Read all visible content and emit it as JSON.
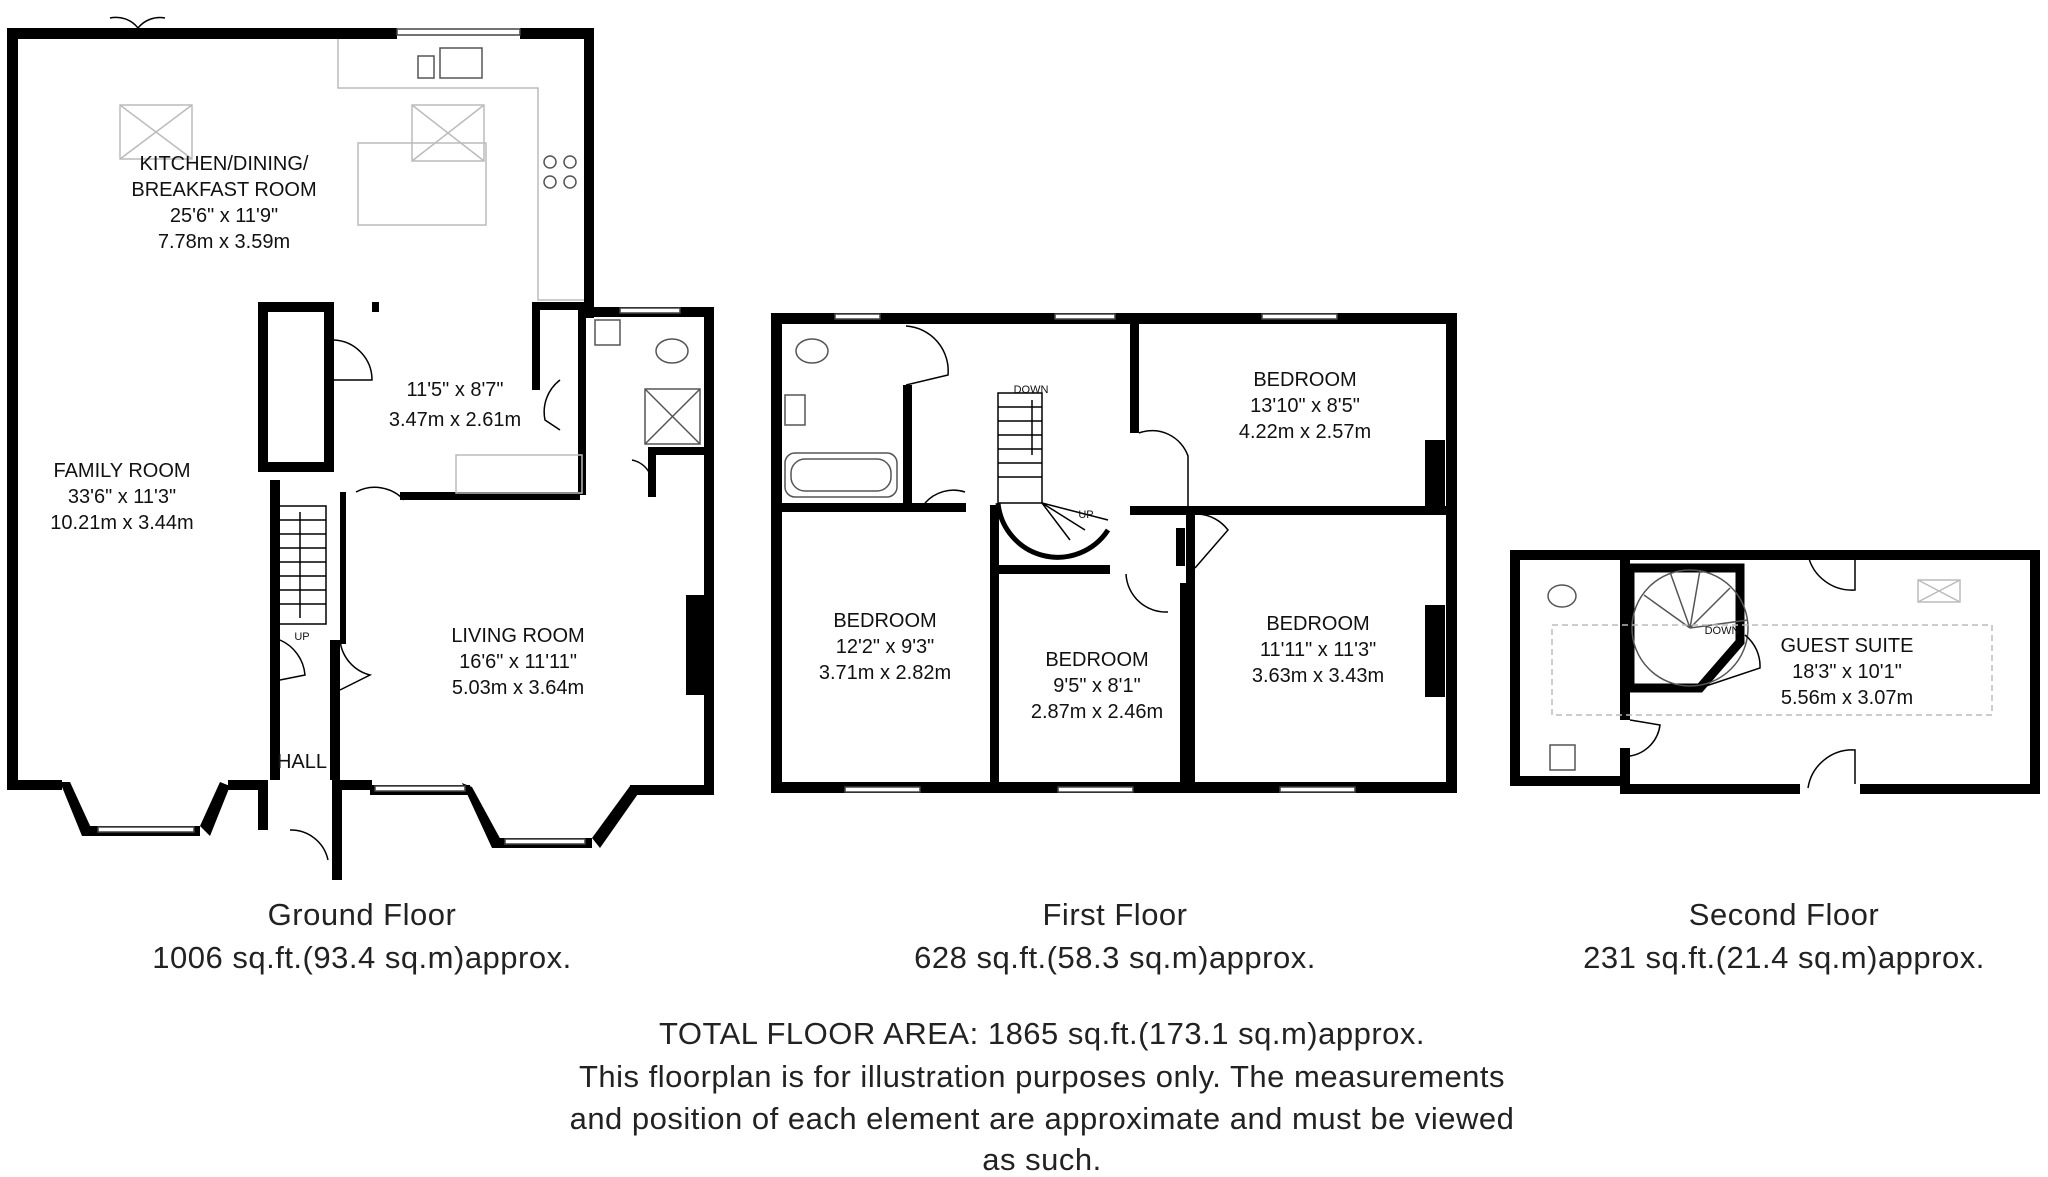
{
  "floors": {
    "ground": {
      "title": "Ground Floor",
      "area": "1006 sq.ft.(93.4 sq.m)approx.",
      "rooms": {
        "kitchen": {
          "name1": "KITCHEN/DINING/",
          "name2": "BREAKFAST ROOM",
          "imperial": "25'6\" x 11'9\"",
          "metric": "7.78m x 3.59m"
        },
        "utility": {
          "imperial": "11'5\" x 8'7\"",
          "metric": "3.47m x 2.61m"
        },
        "family": {
          "name": "FAMILY ROOM",
          "imperial": "33'6\" x 11'3\"",
          "metric": "10.21m x 3.44m"
        },
        "living": {
          "name": "LIVING ROOM",
          "imperial": "16'6\" x 11'11\"",
          "metric": "5.03m x 3.64m"
        },
        "hall": {
          "name": "HALL"
        }
      },
      "stair_label": "UP"
    },
    "first": {
      "title": "First Floor",
      "area": "628 sq.ft.(58.3 sq.m)approx.",
      "rooms": {
        "bed_ne": {
          "name": "BEDROOM",
          "imperial": "13'10\" x 8'5\"",
          "metric": "4.22m x 2.57m"
        },
        "bed_w": {
          "name": "BEDROOM",
          "imperial": "12'2\" x 9'3\"",
          "metric": "3.71m x 2.82m"
        },
        "bed_mid": {
          "name": "BEDROOM",
          "imperial": "9'5\" x 8'1\"",
          "metric": "2.87m x 2.46m"
        },
        "bed_e": {
          "name": "BEDROOM",
          "imperial": "11'11\" x 11'3\"",
          "metric": "3.63m x 3.43m"
        }
      },
      "stair_down": "DOWN",
      "stair_up": "UP"
    },
    "second": {
      "title": "Second Floor",
      "area": "231 sq.ft.(21.4 sq.m)approx.",
      "rooms": {
        "guest": {
          "name": "GUEST SUITE",
          "imperial": "18'3\" x 10'1\"",
          "metric": "5.56m x 3.07m"
        }
      },
      "stair_down": "DOWN"
    }
  },
  "footer": {
    "total": "TOTAL FLOOR AREA: 1865 sq.ft.(173.1 sq.m)approx.",
    "line1": "This floorplan is for illustration purposes only. The measurements",
    "line2": "and position of each element are approximate and must be viewed",
    "line3": "as such."
  }
}
